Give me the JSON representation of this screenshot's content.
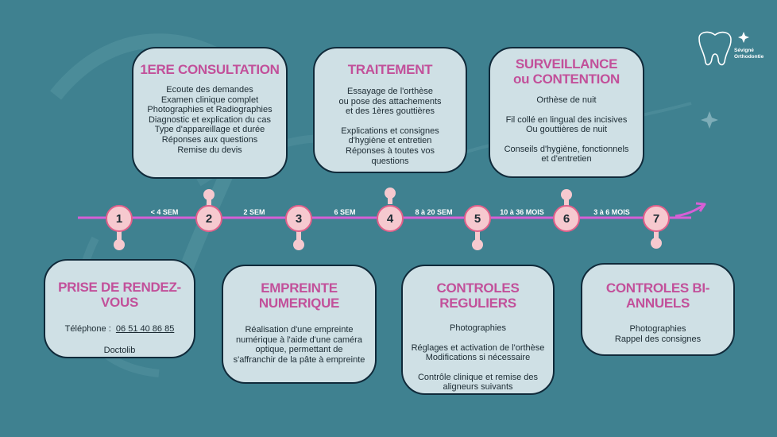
{
  "brand": {
    "name_line1": "Sévigné",
    "name_line2": "Orthodontie"
  },
  "steps": [
    {
      "number": "1"
    },
    {
      "number": "2"
    },
    {
      "number": "3"
    },
    {
      "number": "4"
    },
    {
      "number": "5"
    },
    {
      "number": "6"
    },
    {
      "number": "7"
    }
  ],
  "intervals": [
    "< 4 SEM",
    "2 SEM",
    "6 SEM",
    "8 à 20 SEM",
    "10 à 36 MOIS",
    "3 à 6 MOIS"
  ],
  "cards": {
    "consultation": {
      "title": "1ERE CONSULTATION",
      "lines": [
        "Ecoute des demandes",
        "Examen clinique complet",
        "Photographies et Radiographies",
        "Diagnostic et explication du cas",
        "Type d'appareillage et durée",
        "Réponses aux questions",
        "Remise du devis"
      ]
    },
    "traitement": {
      "title": "TRAITEMENT",
      "lines_a": [
        "Essayage de l'orthèse",
        "ou pose des attachements",
        "et des 1ères gouttières"
      ],
      "lines_b": [
        "Explications et consignes",
        "d'hygiène et entretien",
        "Réponses à toutes vos",
        "questions"
      ]
    },
    "surveillance": {
      "title_line1": "SURVEILLANCE",
      "title_line2": "ou CONTENTION",
      "line_a": "Orthèse de nuit",
      "lines_b": [
        "Fil collé en lingual des incisives",
        "Ou gouttières de nuit"
      ],
      "lines_c": [
        "Conseils d'hygiène, fonctionnels",
        "et d'entretien"
      ]
    },
    "rendezvous": {
      "title": "PRISE DE RENDEZ-VOUS",
      "phone_label": "Téléphone :",
      "phone_number": "06 51 40 86 85",
      "booking": "Doctolib"
    },
    "empreinte": {
      "title": "EMPREINTE NUMERIQUE",
      "lines": [
        "Réalisation d'une empreinte",
        "numérique à l'aide d'une caméra",
        "optique, permettant de",
        "s'affranchir de la pâte à empreinte"
      ]
    },
    "controles": {
      "title": "CONTROLES REGULIERS",
      "line_a": "Photographies",
      "lines_b": [
        "Réglages et activation de l'orthèse",
        "Modifications si nécessaire"
      ],
      "lines_c": [
        "Contrôle clinique et remise des",
        "aligneurs suivants"
      ]
    },
    "biannuels": {
      "title": "CONTROLES BI-ANNUELS",
      "lines": [
        "Photographies",
        "Rappel des consignes"
      ]
    }
  },
  "colors": {
    "background": "#3f8190",
    "card_fill": "#cfe0e5",
    "card_border": "#102a3a",
    "title": "#c2509a",
    "timeline": "#d65fd6",
    "node_fill": "#f6c9cf"
  }
}
